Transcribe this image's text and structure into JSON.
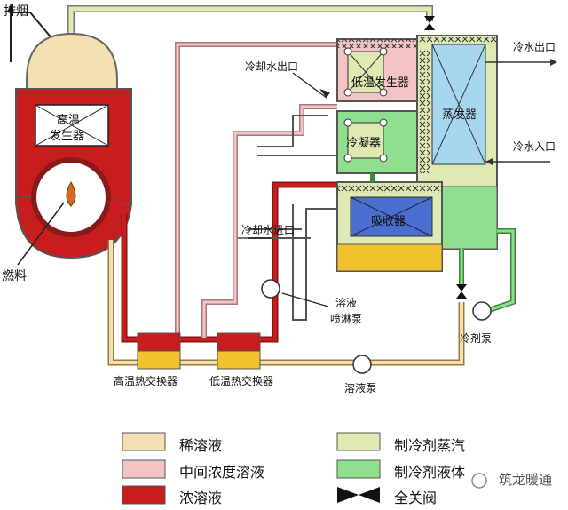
{
  "labels": {
    "exhaust": "排烟",
    "hp_gen_line1": "高温",
    "hp_gen_line2": "发生器",
    "fuel": "燃料",
    "lp_gen": "低温发生器",
    "condenser": "冷凝器",
    "absorber": "吸收器",
    "evaporator": "蒸发器",
    "cooling_water_out": "冷却水出口",
    "cooling_water_in": "冷却水进口",
    "chilled_water_out": "冷水出口",
    "chilled_water_in": "冷水入口",
    "spray_pump_line1": "溶液",
    "spray_pump_line2": "喷淋泵",
    "refrigerant_pump": "冷剂泵",
    "solution_pump": "溶液泵",
    "hp_hx": "高温热交换器",
    "lp_hx": "低温热交换器"
  },
  "legend": {
    "dilute": "稀溶液",
    "intermediate": "中间浓度溶液",
    "concentrated": "浓溶液",
    "ref_vapor": "制冷剂蒸汽",
    "ref_liquid": "制冷剂液体",
    "shutoff_valve": "全关阀"
  },
  "watermark": "筑龙暖通",
  "colors": {
    "dilute": "#f3dfb0",
    "intermediate": "#f3c3c8",
    "concentrated": "#c81d1d",
    "ref_vapor": "#dfe9b3",
    "ref_liquid": "#8fdf8f",
    "absorber_pool": "#f2c12e",
    "chilled": "#a7d7ef",
    "absorber_tube": "#4a6fd0"
  }
}
